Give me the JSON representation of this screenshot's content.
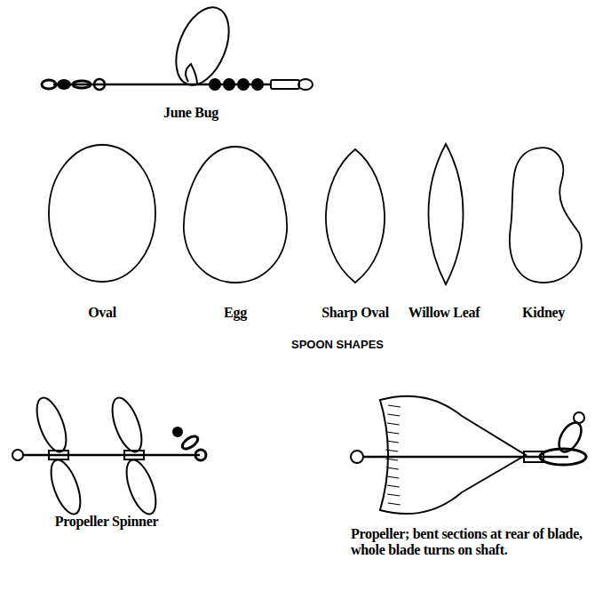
{
  "diagram": {
    "labels": [
      "June Bug",
      "Oval",
      "Egg",
      "Sharp Oval",
      "Willow Leaf",
      "Kidney",
      "SPOON SHAPES",
      "Propeller Spinner",
      "Propeller; bent sections at rear of blade, whole blade turns on shaft."
    ]
  }
}
